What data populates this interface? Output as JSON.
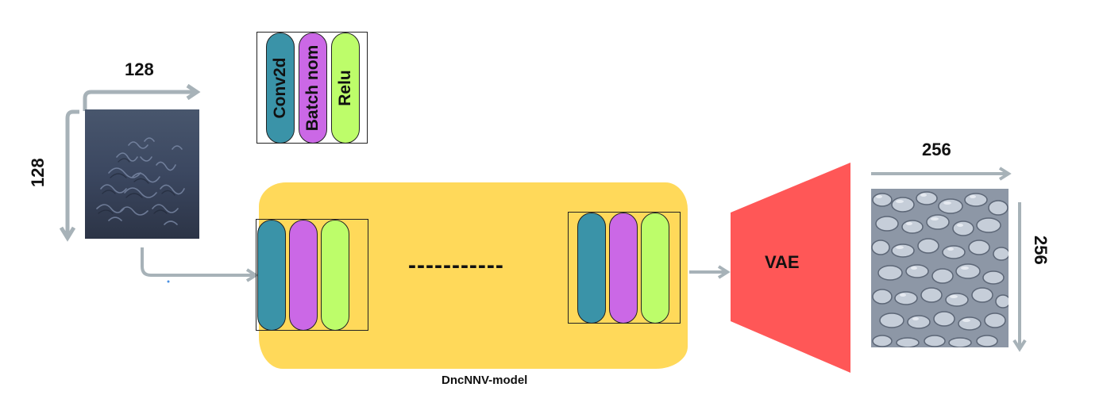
{
  "input": {
    "width_label": "128",
    "height_label": "128"
  },
  "output": {
    "width_label": "256",
    "height_label": "256"
  },
  "legend": {
    "conv": "Conv2d",
    "bn": "Batch nom",
    "relu": "Relu"
  },
  "model": {
    "dashes": "-----------",
    "label": "DncNNV-model"
  },
  "vae": {
    "label": "VAE"
  },
  "colors": {
    "conv": "#3a93a8",
    "bn": "#cb68e6",
    "relu": "#bdfd6a",
    "model_bg": "#ffd95a",
    "vae": "#ff5757",
    "arrow": "#a7b2b8"
  }
}
